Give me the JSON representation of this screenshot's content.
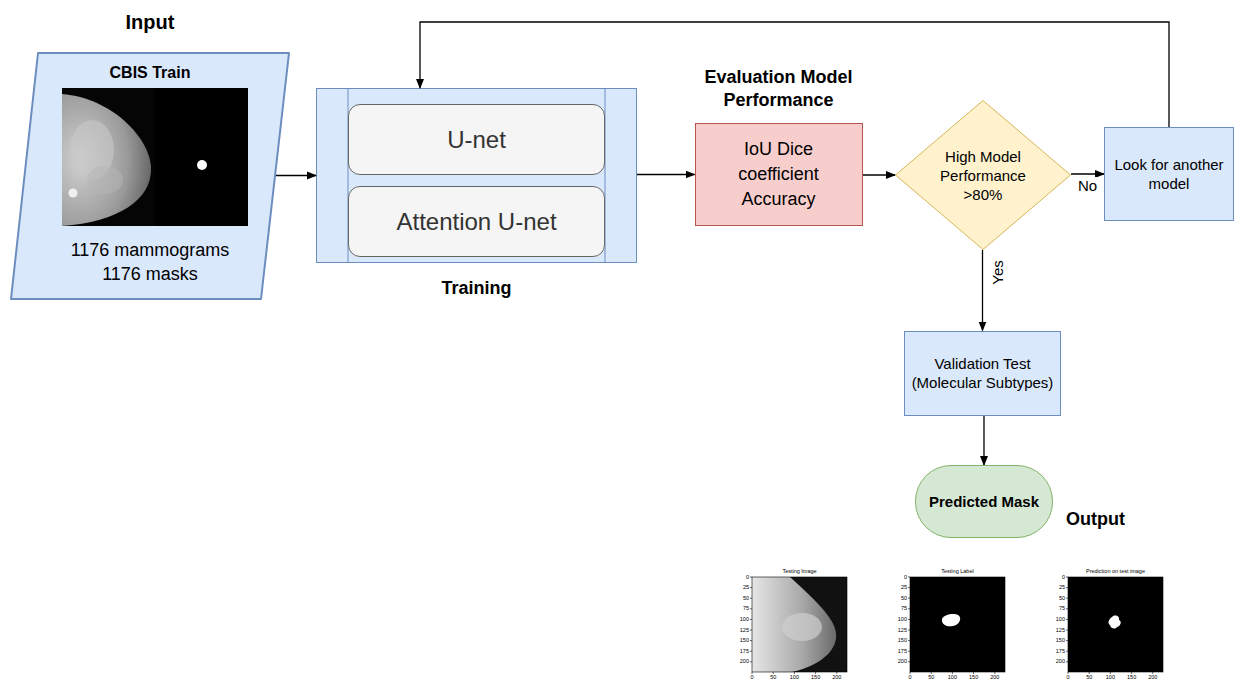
{
  "diagram": {
    "nodes": [
      {
        "text": [
          "Input",
          "CBIS Train",
          "1176 mammograms 1176 masks"
        ]
      },
      {
        "text": [
          "Training"
        ]
      },
      {
        "text": [
          "U-net"
        ],
        "in": 1
      },
      {
        "text": [
          "Attention U-net"
        ],
        "in": 1
      },
      {
        "text": [
          "Evaluation Model Performance",
          "IoU Dice coefficient Accuracy"
        ]
      },
      {
        "text": [
          "High Model Performance >80%"
        ]
      },
      {
        "text": [
          "Look for another model"
        ]
      },
      {
        "text": [
          "Validation Test (Molecular Subtypes)"
        ]
      },
      {
        "text": [
          "Predicted Mask"
        ]
      }
    ],
    "edges": [
      {
        "from": 0,
        "to": 1,
        "arrow": "to"
      },
      {
        "from": 1,
        "to": 4,
        "arrow": "to"
      },
      {
        "from": 4,
        "to": 5,
        "arrow": "to"
      },
      {
        "from": 5,
        "to": 6,
        "label": "No",
        "arrow": "to"
      },
      {
        "from": 6,
        "to": 1,
        "arrow": "to"
      },
      {
        "from": 5,
        "to": 7,
        "label": "Yes",
        "arrow": "to"
      },
      {
        "from": 7,
        "to": 8,
        "arrow": "to"
      }
    ],
    "labels": [
      "Output",
      "Testing Image",
      "Testing Label",
      "Prediction on test image",
      "0",
      "25",
      "50",
      "75",
      "100",
      "125",
      "150",
      "175",
      "200",
      "0",
      "50",
      "100",
      "150",
      "200",
      "0",
      "25",
      "50",
      "75",
      "100",
      "125",
      "150",
      "175",
      "200",
      "0",
      "50",
      "100",
      "150",
      "200",
      "0",
      "25",
      "50",
      "75",
      "100",
      "125",
      "150",
      "175",
      "200",
      "0",
      "50",
      "100",
      "150",
      "200"
    ]
  }
}
